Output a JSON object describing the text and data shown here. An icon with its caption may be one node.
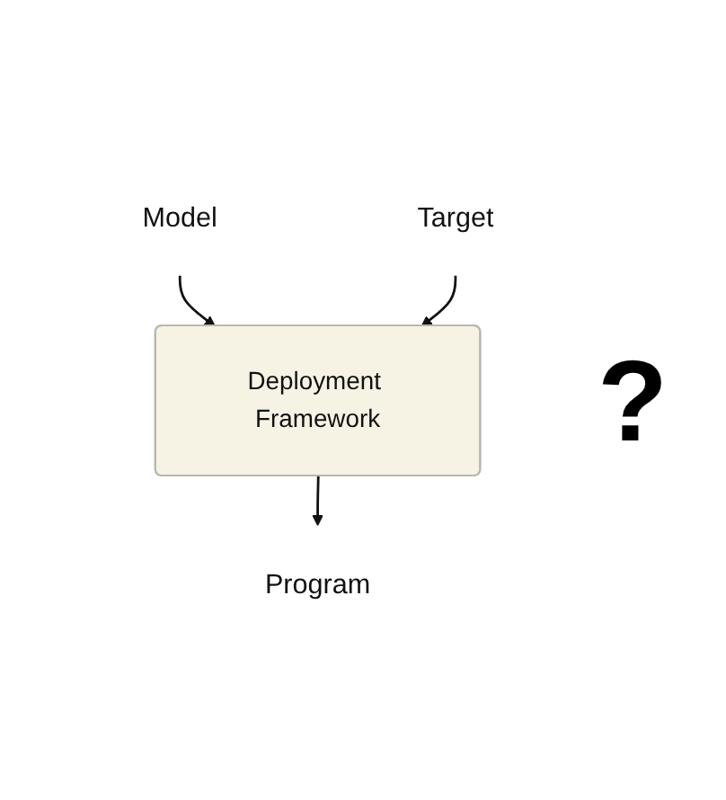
{
  "diagram": {
    "nodes": [
      {
        "text": [
          "Model"
        ]
      },
      {
        "text": [
          "Target"
        ]
      },
      {
        "text": [
          "Deployment Framework"
        ]
      },
      {
        "text": [
          "Program"
        ]
      }
    ],
    "edges": [
      {
        "from": 0,
        "to": 2,
        "arrow": "to"
      },
      {
        "from": 1,
        "to": 2,
        "arrow": "to"
      },
      {
        "from": 2,
        "to": 3,
        "arrow": "to"
      }
    ],
    "labels": [
      "?"
    ]
  }
}
